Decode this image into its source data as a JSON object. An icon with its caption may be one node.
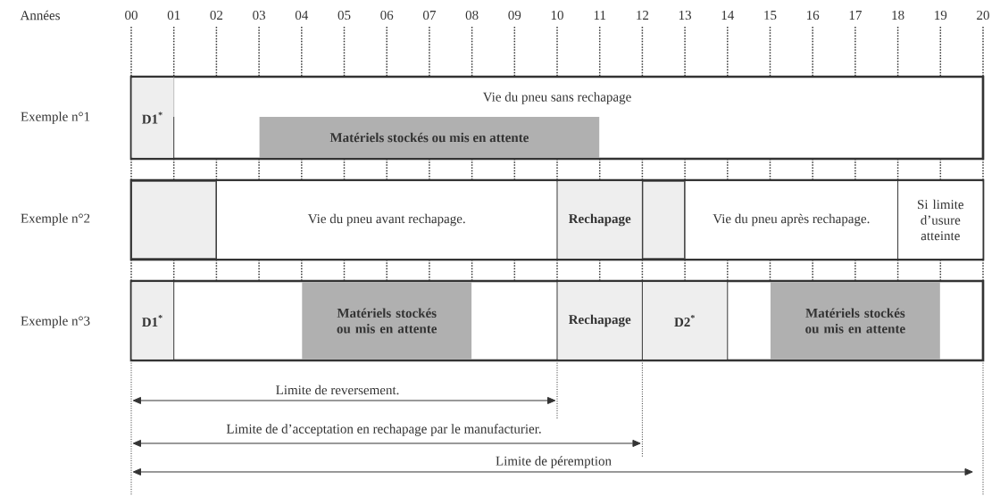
{
  "diagram": {
    "nodes": [
      {
        "text": [
          "Vie du pneu sans rechapage"
        ]
      },
      {
        "text": [
          "D1$^{*}$"
        ],
        "in": 0
      },
      {
        "text": [
          "Matériels stockés ou mis en attente"
        ],
        "in": 0
      },
      {
        "text": [],
        "shape": "bar"
      },
      {
        "text": [],
        "shape": "box",
        "in": 3
      },
      {
        "text": [
          "Vie du pneu avant rechapage."
        ],
        "in": 3
      },
      {
        "text": [
          "Rechapage"
        ],
        "in": 3
      },
      {
        "text": [],
        "shape": "box",
        "in": 3
      },
      {
        "text": [
          "Vie du pneu après rechapage."
        ],
        "in": 3
      },
      {
        "text": [
          "Si limite d’usure atteinte"
        ],
        "in": 3
      },
      {
        "text": [],
        "shape": "bar"
      },
      {
        "text": [
          "D1$^{*}$"
        ],
        "in": 10
      },
      {
        "text": [
          "Matériels stockés ou mis en attente"
        ],
        "in": 10
      },
      {
        "text": [
          "Rechapage"
        ],
        "in": 10
      },
      {
        "text": [
          "D2$^{*}$"
        ],
        "in": 10
      },
      {
        "text": [
          "Matériels stockés ou mis en attente"
        ],
        "in": 10
      }
    ],
    "labels": [
      "Années",
      "00",
      "01",
      "02",
      "03",
      "04",
      "05",
      "06",
      "07",
      "08",
      "09",
      "10",
      "11",
      "12",
      "13",
      "14",
      "15",
      "16",
      "17",
      "18",
      "19",
      "20",
      "Exemple n°1",
      "Exemple n°2",
      "Exemple n°3",
      "Limite de reversement.",
      "Limite de d’acceptation en rechapage par le manufacturier.",
      "Limite de péremption"
    ]
  }
}
